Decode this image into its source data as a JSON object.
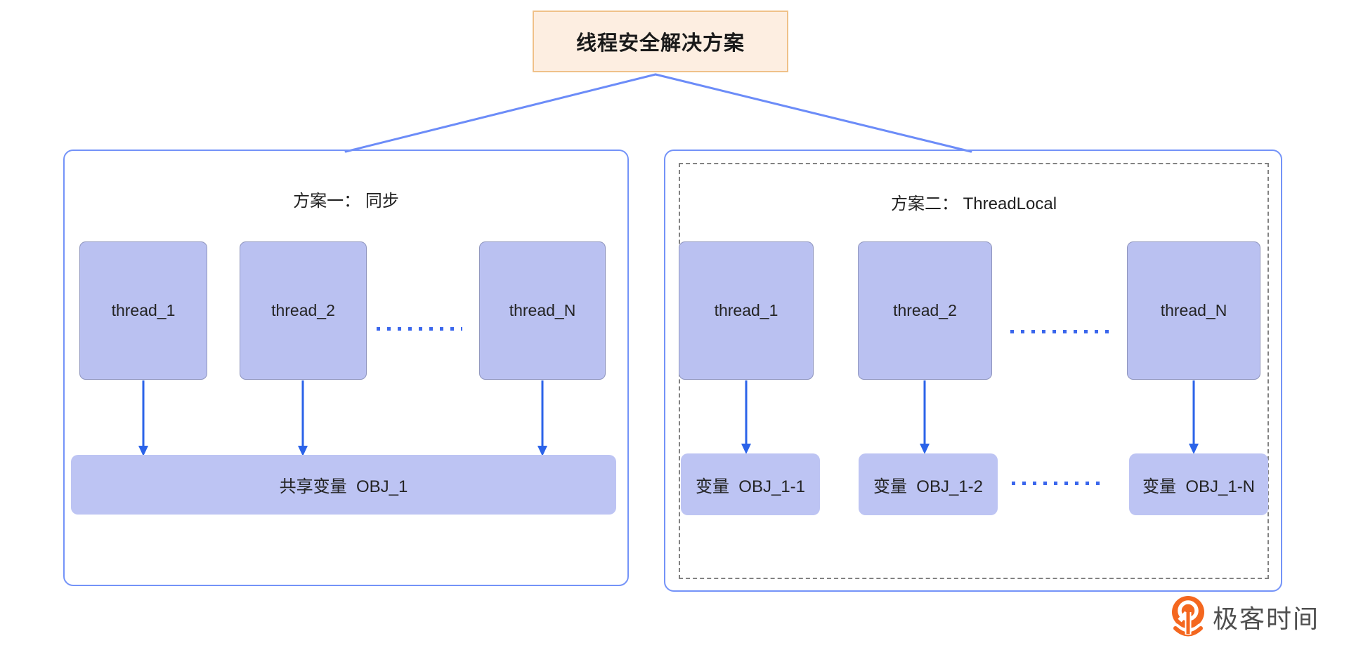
{
  "diagram": {
    "title": "线程安全解决方案",
    "left_panel": {
      "title": "方案一： 同步",
      "threads": [
        "thread_1",
        "thread_2",
        "thread_N"
      ],
      "shared_box": "共享变量  OBJ_1"
    },
    "right_panel": {
      "title": "方案二： ThreadLocal",
      "threads": [
        "thread_1",
        "thread_2",
        "thread_N"
      ],
      "variable_boxes": [
        "变量  OBJ_1-1",
        "变量  OBJ_1-2",
        "变量  OBJ_1-N"
      ]
    }
  },
  "watermark": {
    "brand": "极客时间"
  },
  "colors": {
    "title_box_bg": "#fdeee1",
    "title_box_border": "#f0c189",
    "panel_border": "#7493f8",
    "dashed_border": "#828282",
    "node_fill": "#bac1f1",
    "node_border": "#9096be",
    "bar_fill": "#bdc4f3",
    "arrow": "#2b63e9",
    "dot": "#3a66ec",
    "connector_line": "#6c8cf8",
    "logo_orange": "#f4671f",
    "logo_text": "#4f4f4f"
  }
}
